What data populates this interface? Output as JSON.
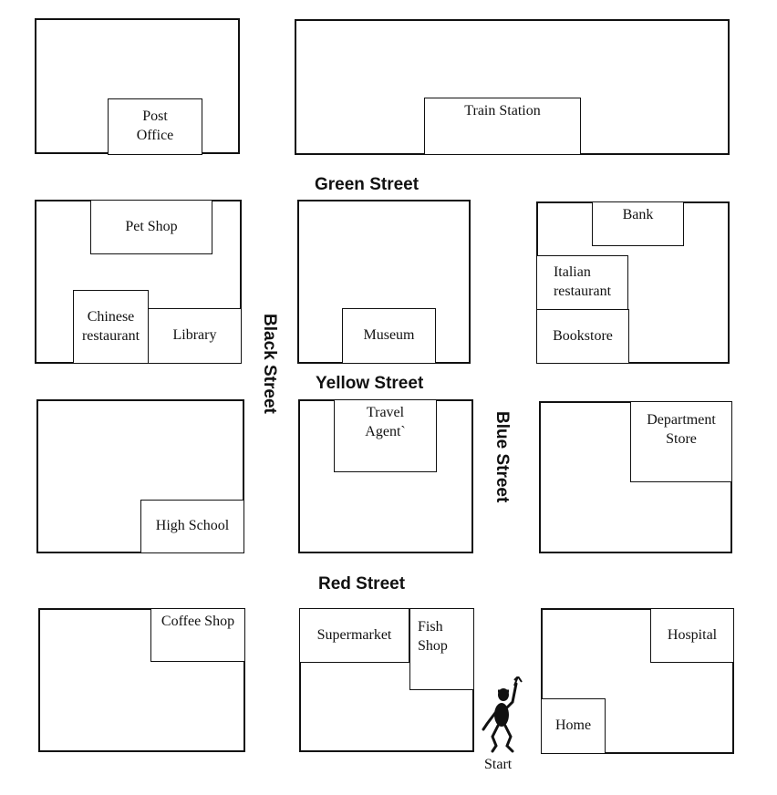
{
  "streets": {
    "green": "Green Street",
    "yellow": "Yellow Street",
    "red": "Red Street",
    "black": "Black Street",
    "blue": "Blue Street"
  },
  "buildings": {
    "post_office": "Post\nOffice",
    "train_station": "Train Station",
    "pet_shop": "Pet Shop",
    "chinese_restaurant": "Chinese\nrestaurant",
    "library": "Library",
    "museum": "Museum",
    "bank": "Bank",
    "italian_restaurant": "Italian\nrestaurant",
    "bookstore": "Bookstore",
    "high_school": "High School",
    "travel_agent": "Travel\nAgent`",
    "department_store": "Department\nStore",
    "coffee_shop": "Coffee Shop",
    "supermarket": "Supermarket",
    "fish_shop": "Fish\nShop",
    "hospital": "Hospital",
    "home": "Home"
  },
  "start": {
    "label": "Start",
    "icon": "person-waving-icon"
  }
}
